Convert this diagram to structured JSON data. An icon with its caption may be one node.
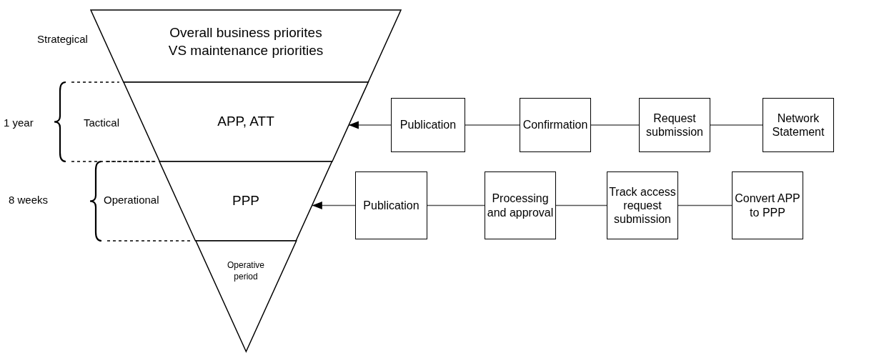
{
  "diagram": {
    "nodes": [
      {
        "text": [
          "Overall business priorites VS maintenance priorities"
        ],
        "beside": [
          "Strategical"
        ]
      },
      {
        "text": [
          "APP, ATT"
        ],
        "beside": [
          "Tactical"
        ]
      },
      {
        "text": [
          "PPP"
        ],
        "beside": [
          "Operational"
        ]
      },
      {
        "text": [
          "Operative period"
        ]
      },
      {
        "text": [
          "Publication"
        ]
      },
      {
        "text": [
          "Confirmation"
        ]
      },
      {
        "text": [
          "Request submission"
        ]
      },
      {
        "text": [
          "Network Statement"
        ]
      },
      {
        "text": [
          "Publication"
        ]
      },
      {
        "text": [
          "Processing and approval"
        ]
      },
      {
        "text": [
          "Track access request submission"
        ]
      },
      {
        "text": [
          "Convert APP to PPP"
        ]
      }
    ],
    "edges": [
      {
        "from": 4,
        "to": 1,
        "arrow": "to"
      },
      {
        "from": 4,
        "to": 5,
        "arrow": "none"
      },
      {
        "from": 5,
        "to": 6,
        "arrow": "none"
      },
      {
        "from": 6,
        "to": 7,
        "arrow": "none"
      },
      {
        "from": 8,
        "to": 2,
        "arrow": "to"
      },
      {
        "from": 8,
        "to": 9,
        "arrow": "none"
      },
      {
        "from": 9,
        "to": 10,
        "arrow": "none"
      },
      {
        "from": 10,
        "to": 11,
        "arrow": "none"
      }
    ],
    "labels": [
      "1 year",
      "8 weeks"
    ]
  }
}
